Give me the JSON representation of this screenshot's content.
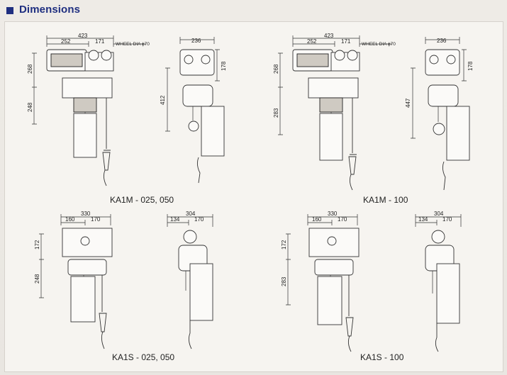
{
  "header": {
    "title": "Dimensions"
  },
  "views": [
    {
      "model_label": "KA1M - 025, 050",
      "front": {
        "width_total": "423",
        "width_left": "252",
        "width_right": "171",
        "wheel_note": "WHEEL DIA ϕ70",
        "height_top": "268",
        "height_bottom": "248"
      },
      "side": {
        "width_top": "236",
        "height_right": "178",
        "height_left": "412"
      }
    },
    {
      "model_label": "KA1M - 100",
      "front": {
        "width_total": "423",
        "width_left": "252",
        "width_right": "171",
        "wheel_note": "WHEEL DIA ϕ70",
        "height_top": "268",
        "height_bottom": "283"
      },
      "side": {
        "width_top": "236",
        "height_right": "178",
        "height_left": "447"
      }
    },
    {
      "model_label": "KA1S - 025, 050",
      "front": {
        "width_total": "330",
        "width_left": "160",
        "width_right": "170",
        "height_top": "172",
        "height_bottom": "248"
      },
      "side": {
        "width_total": "304",
        "width_left": "134",
        "width_right": "170"
      }
    },
    {
      "model_label": "KA1S - 100",
      "front": {
        "width_total": "330",
        "width_left": "160",
        "width_right": "170",
        "height_top": "172",
        "height_bottom": "283"
      },
      "side": {
        "width_total": "304",
        "width_left": "134",
        "width_right": "170"
      }
    }
  ]
}
